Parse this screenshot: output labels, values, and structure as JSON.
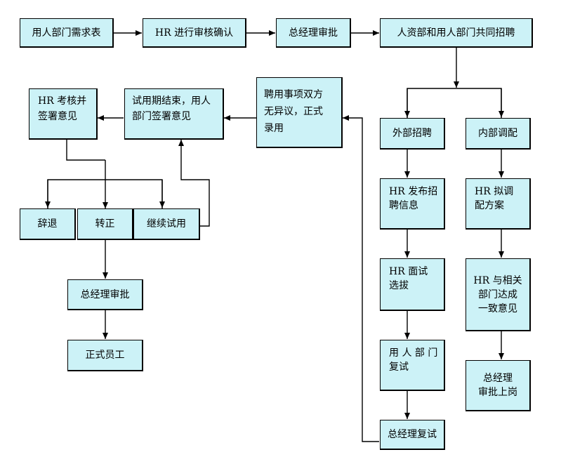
{
  "nodes": {
    "dept_request": "用人部门需求表",
    "hr_review": "HR 进行审核确认",
    "gm_approval_top": "总经理审批",
    "joint_recruit": "人资部和用人部门共同招聘",
    "external_recruit": "外部招聘",
    "internal_transfer": "内部调配",
    "hr_publish": [
      "HR 发布招",
      "聘信息"
    ],
    "hr_interview": [
      "HR 面试",
      "选拔"
    ],
    "dept_reinterview": [
      "用 人 部 门",
      "复试"
    ],
    "gm_reinterview": "总经理复试",
    "hr_plan": [
      "HR 拟调",
      "配方案"
    ],
    "hr_agree": [
      "HR 与相关",
      "部门达成",
      "一致意见"
    ],
    "gm_approve_post": [
      "总经理",
      "审批上岗"
    ],
    "hire_formal": [
      "聘用事项双方",
      "无异议，正式",
      "录用"
    ],
    "probation_end": [
      "试用期结束，用人",
      "部门签署意见"
    ],
    "hr_assess": [
      "HR 考核并",
      "签署意见"
    ],
    "dismiss": "辞退",
    "regularize": "转正",
    "continue_probation": "继续试用",
    "gm_approval_bottom": "总经理审批",
    "formal_employee": "正式员工"
  }
}
